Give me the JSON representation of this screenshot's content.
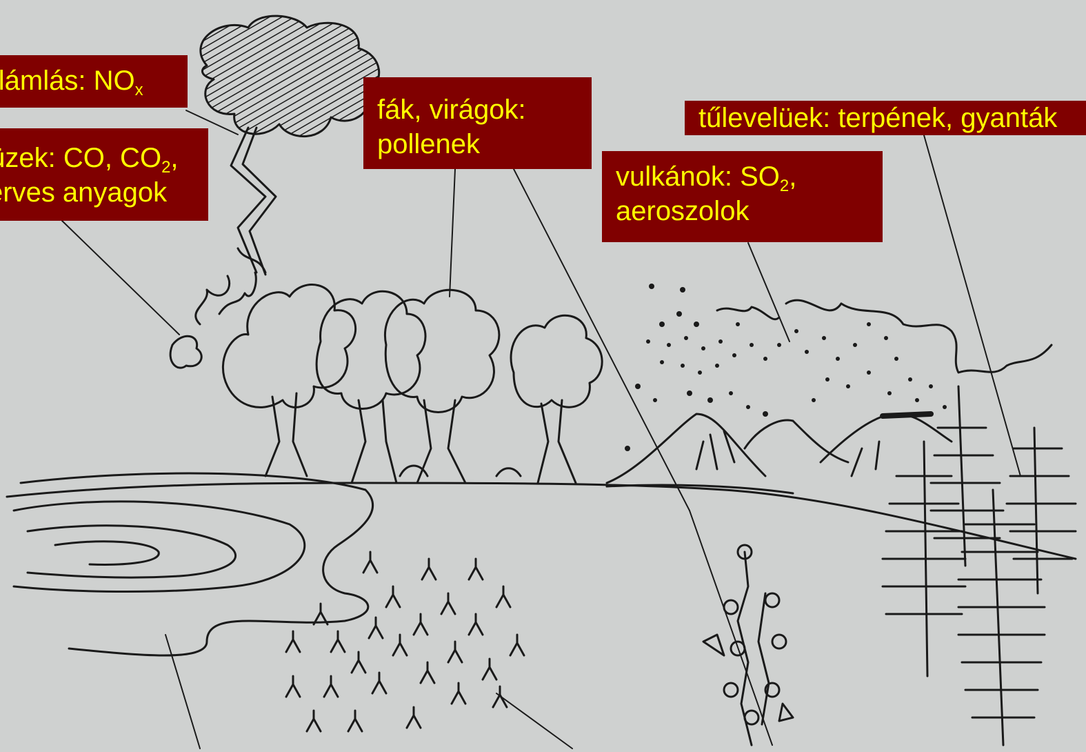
{
  "labels": {
    "lightning": {
      "prefix": "villámlás: NO",
      "sub": "x"
    },
    "fire": {
      "line1_a": "tüzek: CO, CO",
      "line1_sub": "2",
      "line1_b": ",",
      "line2": "szerves anyagok"
    },
    "trees": {
      "line1": "fák, virágok:",
      "line2": "pollenek"
    },
    "volcano": {
      "line1_a": "vulkánok: SO",
      "line1_sub": "2",
      "line1_b": ",",
      "line2": "aeroszolok"
    },
    "conifer": {
      "text": "tűlevelüek: terpének, gyanták"
    }
  },
  "colors": {
    "background": "#cfd1d0",
    "label_fill": "#800000",
    "label_text": "#ffff00",
    "ink": "#1a1a1a"
  },
  "icons": [
    "cloud-icon",
    "lightning-icon",
    "fire-icon",
    "deciduous-tree-icon",
    "volcano-icon",
    "conifer-tree-icon",
    "flower-icon",
    "plant-icon",
    "water-icon"
  ]
}
